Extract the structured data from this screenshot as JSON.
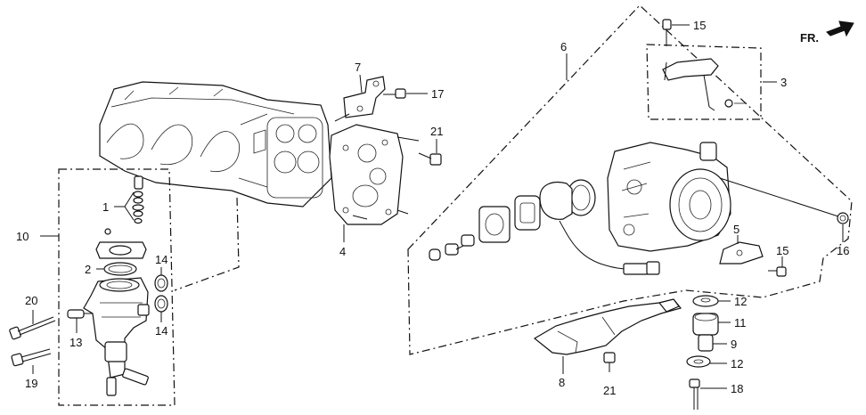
{
  "direction_marker": "FR.",
  "callouts": {
    "c1": "1",
    "c2": "2",
    "c3": "3",
    "c4": "4",
    "c5": "5",
    "c6": "6",
    "c7": "7",
    "c8": "8",
    "c9": "9",
    "c10": "10",
    "c11": "11",
    "c12a": "12",
    "c12b": "12",
    "c13": "13",
    "c14a": "14",
    "c14b": "14",
    "c15a": "15",
    "c15b": "15",
    "c16": "16",
    "c17": "17",
    "c18": "18",
    "c19": "19",
    "c20": "20",
    "c21a": "21",
    "c21b": "21"
  },
  "icons": {
    "direction": "arrow-right-icon"
  },
  "colors": {
    "ink": "#111111",
    "paper": "#ffffff"
  }
}
